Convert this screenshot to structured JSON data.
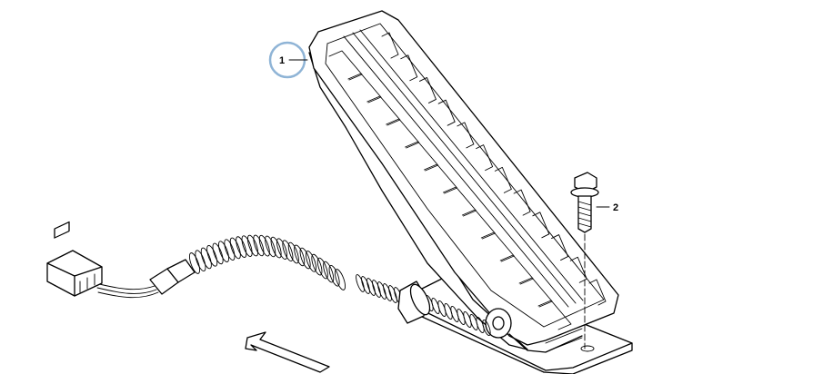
{
  "callouts": [
    {
      "label": "1",
      "highlighted": true,
      "highlight_color": "#8fb4d6"
    },
    {
      "label": "2",
      "highlighted": false
    }
  ],
  "parts": [
    {
      "callout": "1",
      "icon": "accelerator-pedal-icon"
    },
    {
      "callout": "2",
      "icon": "flange-bolt-icon"
    }
  ],
  "icons": [
    "connector-plug-icon",
    "coiled-cable-icon",
    "direction-arrow-icon",
    "mounting-base-plate-icon"
  ]
}
